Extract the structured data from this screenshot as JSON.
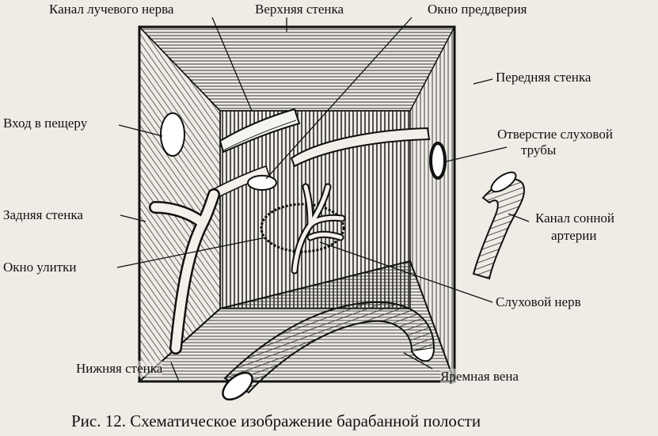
{
  "labels": {
    "radial_nerve_canal": "Канал лучевого нерва",
    "upper_wall": "Верхняя стенка",
    "vestibule_window": "Окно преддверия",
    "front_wall": "Передняя стенка",
    "cave_entrance": "Вход в пещеру",
    "tube_opening_1": "Отверстие слуховой",
    "tube_opening_2": "трубы",
    "back_wall": "Задняя стенка",
    "carotid_canal_1": "Канал сонной",
    "carotid_canal_2": "артерии",
    "cochlea_window": "Окно улитки",
    "auditory_nerve": "Слуховой нерв",
    "lower_wall": "Нижняя стенка",
    "jugular_vein": "Яремная вена"
  },
  "caption": "Рис. 12. Схематическое изображение барабанной полости"
}
